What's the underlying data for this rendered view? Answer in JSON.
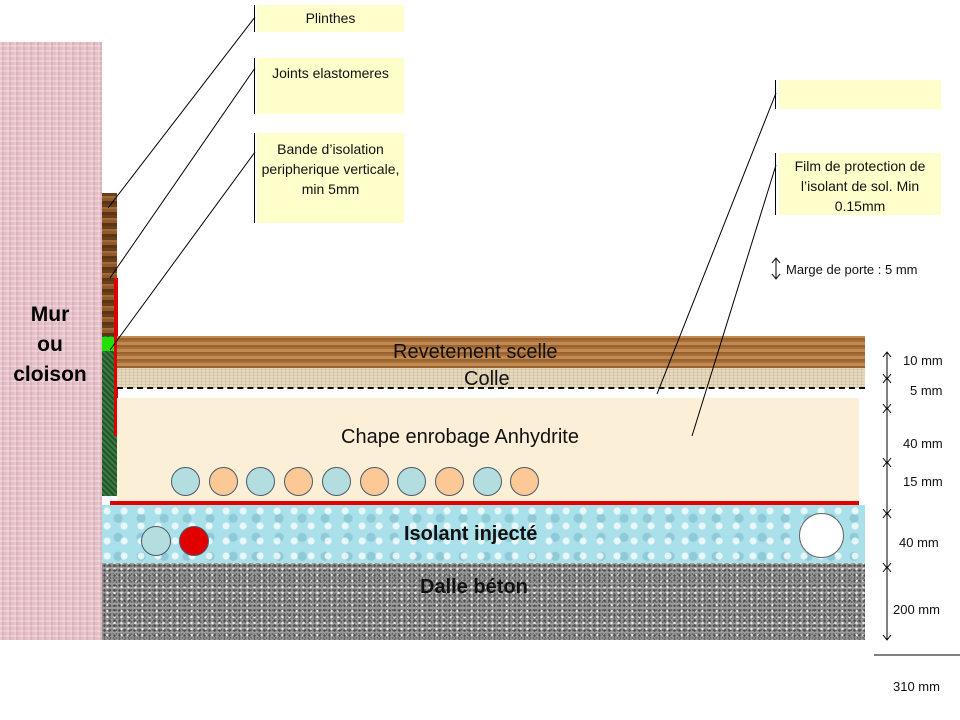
{
  "wall": {
    "label": "Mur\nou\ncloison"
  },
  "layers": {
    "revetement": "Revetement scelle",
    "colle": "Colle",
    "chape": "Chape enrobage Anhydrite",
    "isolant": "Isolant injecté",
    "dalle": "Dalle béton"
  },
  "callouts": {
    "plinthes": "Plinthes",
    "joints": "Joints elastomeres",
    "bande": "Bande d’isolation peripherique verticale, min 5mm",
    "empty": "",
    "film": "Film de protection de l’isolant de sol. Min 0.15mm"
  },
  "marge": "Marge de porte : 5 mm",
  "dimensions": [
    "10 mm",
    "5 mm",
    "40 mm",
    "15 mm",
    "40 mm",
    "200 mm"
  ],
  "total": "310 mm",
  "colors": {
    "pipe_blue": "#b4dde0",
    "pipe_orange": "#fcc896",
    "pipe_red": "#e00000",
    "red_line": "#e00000",
    "green_joint": "#22e000",
    "callout_bg": "#ffffcc"
  },
  "pipes": [
    "blue",
    "orange",
    "blue",
    "orange",
    "blue",
    "orange",
    "blue",
    "orange",
    "blue",
    "orange"
  ]
}
